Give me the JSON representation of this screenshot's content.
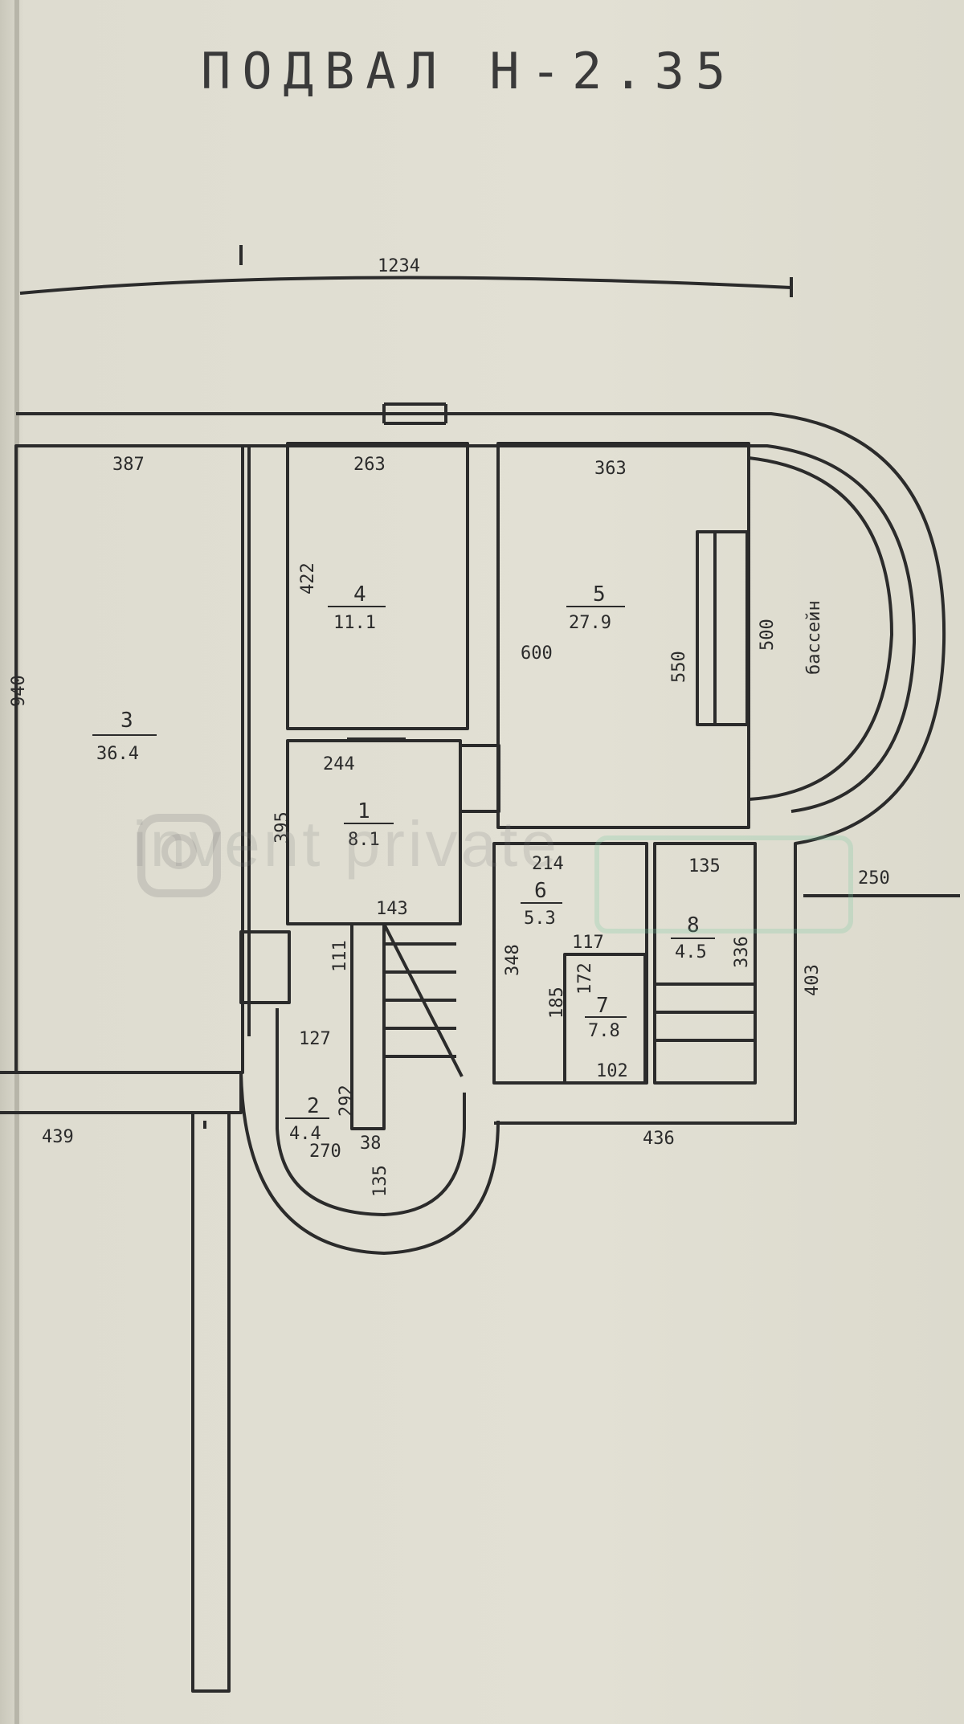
{
  "title": "ПОДВАЛ Н-2.35",
  "dimensions": {
    "overall_width": "1234",
    "room3_top": "387",
    "room3_side": "940",
    "room4_top": "263",
    "room4_side": "422",
    "room5_top": "363",
    "room5_side_left": "600",
    "room5_side_right": "550",
    "pool_height": "500",
    "room1_top": "244",
    "room1_side": "395",
    "room1_bottom": "143",
    "stair_small": "111",
    "room6_top": "214",
    "room6_side": "348",
    "room6_inner": "185",
    "room7_top": "117",
    "room7_side": "172",
    "room7_bottom": "102",
    "room8_top": "135",
    "room8_side": "336",
    "right_side": "403",
    "right_offset": "250",
    "room2_top": "127",
    "room2_side": "292",
    "room2_bottom": "270",
    "room2_small": "38",
    "room2_stair": "135",
    "bottom_left": "439",
    "bottom_right": "436"
  },
  "rooms": [
    {
      "number": "3",
      "area": "36.4"
    },
    {
      "number": "4",
      "area": "11.1"
    },
    {
      "number": "5",
      "area": "27.9"
    },
    {
      "number": "1",
      "area": "8.1"
    },
    {
      "number": "6",
      "area": "5.3"
    },
    {
      "number": "7",
      "area": "7.8"
    },
    {
      "number": "8",
      "area": "4.5"
    },
    {
      "number": "2",
      "area": "4.4"
    }
  ],
  "pool_label": "бассейн",
  "watermark": "invent private",
  "colors": {
    "paper": "#e0ded2",
    "ink": "#2b2b2b",
    "watermark": "#9a9a9a",
    "watermark_accent": "#7fcaa2"
  }
}
